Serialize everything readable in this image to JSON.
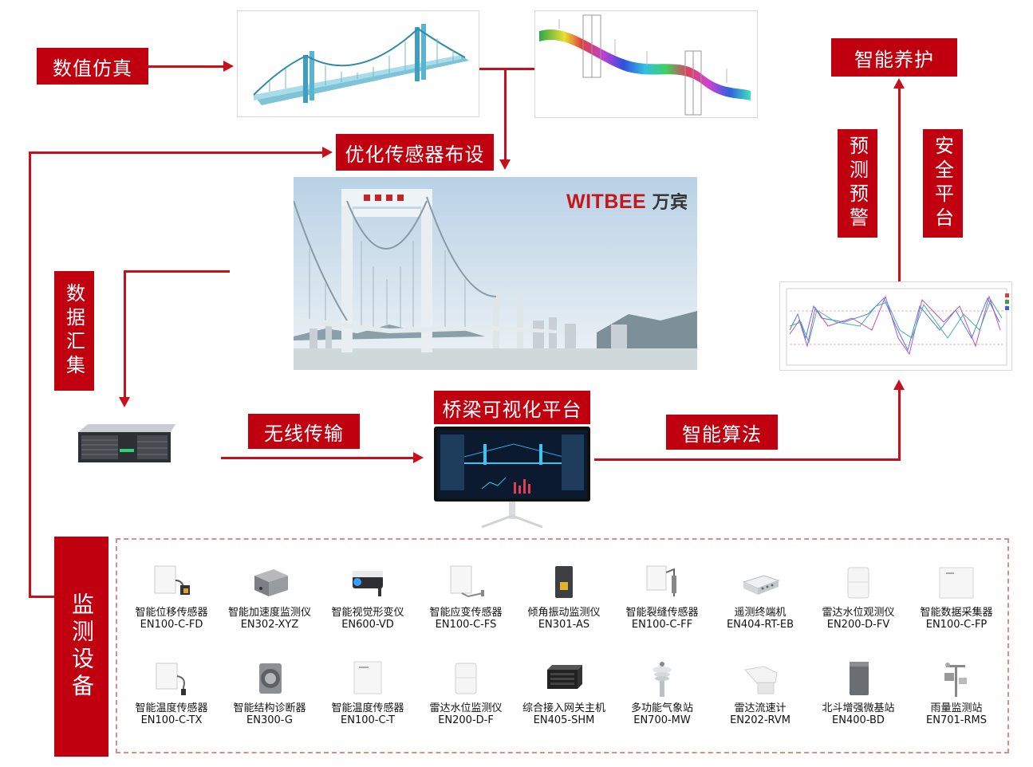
{
  "labels": {
    "numerical_sim": "数值仿真",
    "optimize_sensors": "优化传感器布设",
    "smart_maintenance": "智能养护",
    "predict_warning": "预测预警",
    "safety_platform": "安全平台",
    "data_collection": "数据汇集",
    "wireless": "无线传输",
    "platform": "桥梁可视化平台",
    "algorithm": "智能算法",
    "monitoring": "监测设备"
  },
  "brand": {
    "name": "WITBEE",
    "cn": "万宾"
  },
  "colors": {
    "accent": "#c0000f",
    "dash_border": "#e08a8a"
  },
  "devices": [
    {
      "name": "智能位移传感器",
      "model": "EN100-C-FD",
      "icon": "box-sensor-cable"
    },
    {
      "name": "智能加速度监测仪",
      "model": "EN302-XYZ",
      "icon": "metal-box"
    },
    {
      "name": "智能视觉形变仪",
      "model": "EN600-VD",
      "icon": "camera"
    },
    {
      "name": "智能应变传感器",
      "model": "EN100-C-FS",
      "icon": "box-sensor-rod"
    },
    {
      "name": "倾角振动监测仪",
      "model": "EN301-AS",
      "icon": "tilt-box"
    },
    {
      "name": "智能裂缝传感器",
      "model": "EN100-C-FF",
      "icon": "box-sensor-crack"
    },
    {
      "name": "遥测终端机",
      "model": "EN404-RT-EB",
      "icon": "terminal"
    },
    {
      "name": "雷达水位观测仪",
      "model": "EN200-D-FV",
      "icon": "white-cube"
    },
    {
      "name": "智能数据采集器",
      "model": "EN100-C-FP",
      "icon": "white-panel"
    },
    {
      "name": "智能温度传感器",
      "model": "EN100-C-TX",
      "icon": "box-sensor-probe"
    },
    {
      "name": "智能结构诊断器",
      "model": "EN300-G",
      "icon": "round-sensor"
    },
    {
      "name": "智能温度传感器",
      "model": "EN100-C-T",
      "icon": "white-panel-small"
    },
    {
      "name": "雷达水位监测仪",
      "model": "EN200-D-F",
      "icon": "white-cube"
    },
    {
      "name": "综合接入网关主机",
      "model": "EN405-SHM",
      "icon": "rack-host"
    },
    {
      "name": "多功能气象站",
      "model": "EN700-MW",
      "icon": "weather-station"
    },
    {
      "name": "雷达流速计",
      "model": "EN202-RVM",
      "icon": "radar-flow"
    },
    {
      "name": "北斗增强微基站",
      "model": "EN400-BD",
      "icon": "gray-cabinet"
    },
    {
      "name": "雨量监测站",
      "model": "EN701-RMS",
      "icon": "rain-station"
    }
  ]
}
